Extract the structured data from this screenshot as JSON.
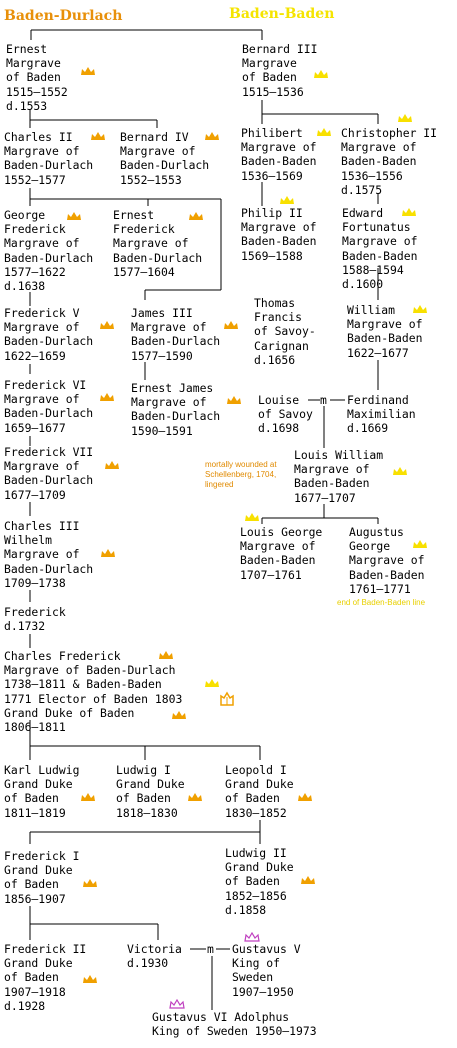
{
  "colors": {
    "line": "#000000",
    "durlach_header": "#e8900a",
    "baden_header": "#f5e400",
    "crown_orange": "#f0a000",
    "crown_yellow": "#f8e000",
    "crown_purple": "#c040c0",
    "note_orange": "#e08a00",
    "note_yellow": "#e8d000"
  },
  "headers": {
    "durlach": "Baden-Durlach",
    "baden": "Baden-Baden"
  },
  "people": {
    "ernest": "Ernest\nMargrave\nof Baden\n1515–1552\nd.1553",
    "bernard3": "Bernard III\nMargrave\nof Baden\n1515–1536",
    "charles2": "Charles II\nMargrave of\nBaden-Durlach\n1552–1577",
    "bernard4": "Bernard IV\nMargrave of\nBaden-Durlach\n1552–1553",
    "philibert": "Philibert\nMargrave of\nBaden-Baden\n1536–1569",
    "christopher2": "Christopher II\nMargrave of\nBaden-Baden\n1536–1556\nd.1575",
    "george_frederick": "George\nFrederick\nMargrave of\nBaden-Durlach\n1577–1622\nd.1638",
    "ernest_frederick": "Ernest\nFrederick\nMargrave of\nBaden-Durlach\n1577–1604",
    "philip2": "Philip II\nMargrave of\nBaden-Baden\n1569–1588",
    "edward": "Edward\nFortunatus\nMargrave of\nBaden-Baden\n1588–1594\nd.1600",
    "frederick5": "Frederick V\nMargrave of\nBaden-Durlach\n1622–1659",
    "james3": "James III\nMargrave of\nBaden-Durlach\n1577–1590",
    "thomas": "Thomas\nFrancis\nof Savoy-\nCarignan\nd.1656",
    "william": "William\nMargrave of\nBaden-Baden\n1622–1677",
    "frederick6": "Frederick VI\nMargrave of\nBaden-Durlach\n1659–1677",
    "ernest_james": "Ernest James\nMargrave of\nBaden-Durlach\n1590–1591",
    "louise": "Louise\nof Savoy\nd.1698",
    "ferdinand": "Ferdinand\nMaximilian\nd.1669",
    "frederick7": "Frederick VII\nMargrave of\nBaden-Durlach\n1677–1709",
    "louis_william": "Louis William\nMargrave of\nBaden-Baden\n1677–1707",
    "charles3": "Charles III\nWilhelm\nMargrave of\nBaden-Durlach\n1709–1738",
    "louis_george": "Louis George\nMargrave of\nBaden-Baden\n1707–1761",
    "augustus_george": "Augustus\nGeorge\nMargrave of\nBaden-Baden\n1761–1771",
    "frederick_1732": "Frederick\nd.1732",
    "charles_frederick": "Charles Frederick\nMargrave of Baden-Durlach\n1738–1811 & Baden-Baden\n1771 Elector of Baden 1803\nGrand Duke of Baden\n1806–1811",
    "karl_ludwig": "Karl Ludwig\nGrand Duke\nof Baden\n1811–1819",
    "ludwig1": "Ludwig I\nGrand Duke\nof Baden\n1818–1830",
    "leopold1": "Leopold I\nGrand Duke\nof Baden\n1830–1852",
    "frederick1": "Frederick I\nGrand Duke\nof Baden\n1856–1907",
    "ludwig2": "Ludwig II\nGrand Duke\nof Baden\n1852–1856\nd.1858",
    "frederick2": "Frederick II\nGrand Duke\nof Baden\n1907–1918\nd.1928",
    "victoria": "Victoria",
    "victoria_death": "d.1930",
    "gustavus5": "Gustavus V\nKing of\nSweden\n1907–1950",
    "gustavus6": "Gustavus VI Adolphus\nKing of Sweden 1950–1973"
  },
  "marriage_marks": {
    "louise_ferdinand": "m",
    "victoria_gustavus": "m"
  },
  "notes": {
    "mortally_wounded": "mortally wounded at\nSchellenberg, 1704,\nlingered",
    "end_line": "end of Baden-Baden line"
  }
}
